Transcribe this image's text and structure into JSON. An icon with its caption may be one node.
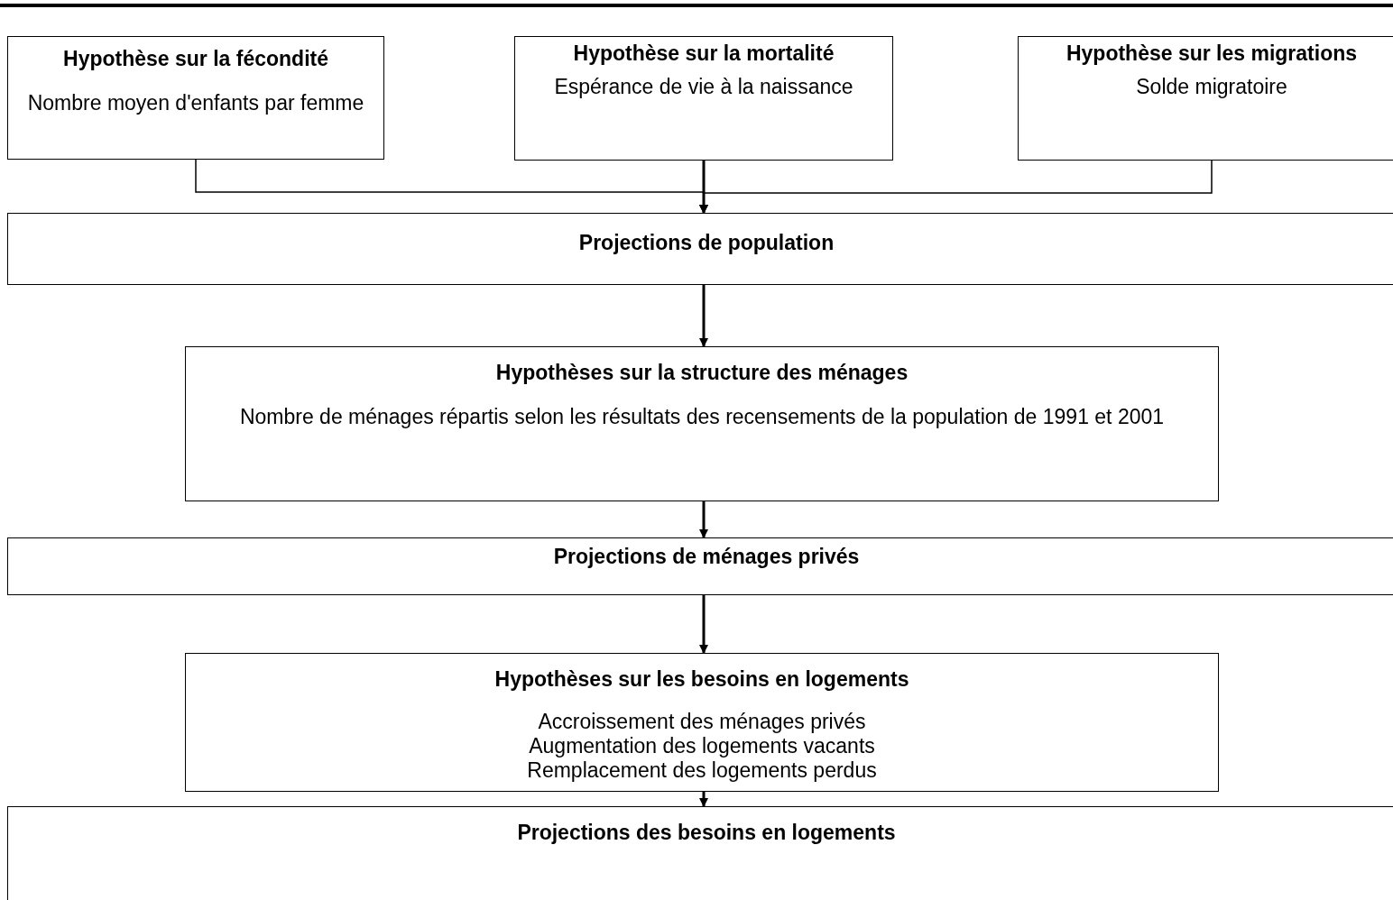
{
  "diagram": {
    "nodes": [
      {
        "text": [
          "Hypothèse sur la fécondité",
          "Nombre moyen d'enfants par femme"
        ]
      },
      {
        "text": [
          "Hypothèse sur la mortalité",
          "Espérance de vie à la naissance"
        ]
      },
      {
        "text": [
          "Hypothèse sur les migrations",
          "Solde migratoire"
        ]
      },
      {
        "text": [
          "Projections de population"
        ]
      },
      {
        "text": [
          "Hypothèses sur la structure des ménages",
          "Nombre de ménages répartis selon les résultats des recensements de la population de 1991 et 2001"
        ]
      },
      {
        "text": [
          "Projections de ménages privés"
        ]
      },
      {
        "text": [
          "Hypothèses sur les besoins en logements",
          "Accroissement des ménages privés",
          "Augmentation des logements vacants",
          "Remplacement des logements perdus"
        ]
      },
      {
        "text": [
          "Projections des besoins en logements"
        ]
      }
    ],
    "edges": [
      {
        "from": 0,
        "to": 3,
        "arrow": "to"
      },
      {
        "from": 1,
        "to": 3,
        "arrow": "to"
      },
      {
        "from": 2,
        "to": 3,
        "arrow": "to"
      },
      {
        "from": 3,
        "to": 4,
        "arrow": "to"
      },
      {
        "from": 4,
        "to": 5,
        "arrow": "to"
      },
      {
        "from": 5,
        "to": 6,
        "arrow": "to"
      },
      {
        "from": 6,
        "to": 7,
        "arrow": "to"
      }
    ]
  }
}
